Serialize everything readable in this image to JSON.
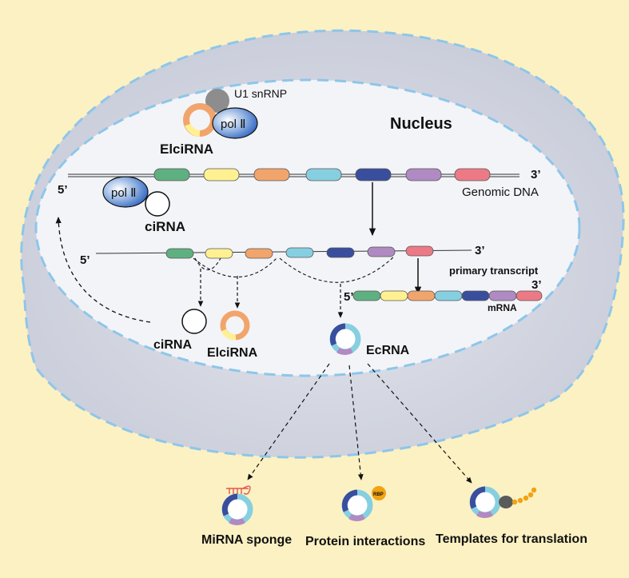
{
  "labels": {
    "nucleus": "Nucleus",
    "u1snrnp": "U1 snRNP",
    "pol_top": "pol Ⅱ",
    "elcirna_top": "ElciRNA",
    "five_prime_dna": "5’",
    "three_prime_dna": "3’",
    "genomic_dna": "Genomic DNA",
    "pol_left": "pol Ⅱ",
    "cirna_top": "ciRNA",
    "five_prime_transcript": "5’",
    "three_prime_transcript": "3’",
    "primary_transcript": "primary transcript",
    "five_prime_mrna": "5’",
    "three_prime_mrna": "3’",
    "mrna": "mRNA",
    "cirna_bottom": "ciRNA",
    "elcirna_bottom": "ElciRNA",
    "ecrna": "EcRNA",
    "rbp": "RBP",
    "mirna_sponge": "MiRNA sponge",
    "protein_interactions": "Protein interactions",
    "templates_translation": "Templates for translation"
  },
  "colors": {
    "background": "#fcf1c2",
    "cytoplasm": "#d0d3de",
    "nucleus_fill": "#f3f4f8",
    "membrane_dash": "#8ec6ea",
    "exon_green": "#5fb081",
    "exon_yellow": "#fff191",
    "exon_orange": "#f1a56c",
    "exon_cyan": "#86cfe0",
    "exon_navy": "#3a4e9e",
    "exon_purple": "#b08ac2",
    "exon_pink": "#ec7a86",
    "rbp": "#f0a313",
    "mirna": "#e2574c"
  }
}
